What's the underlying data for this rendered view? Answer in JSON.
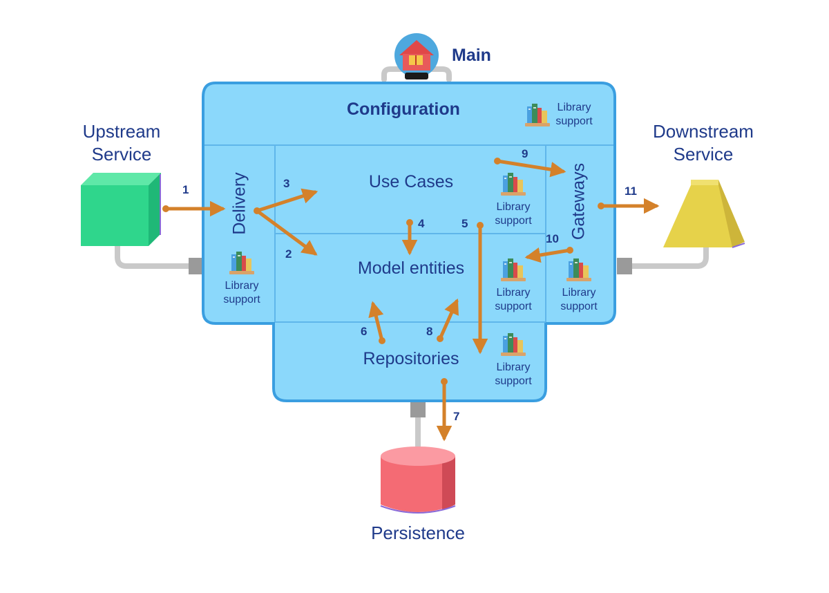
{
  "main": {
    "label": "Main"
  },
  "configuration": {
    "title": "Configuration"
  },
  "upstream": {
    "line1": "Upstream",
    "line2": "Service"
  },
  "downstream": {
    "line1": "Downstream",
    "line2": "Service"
  },
  "persistence": {
    "label": "Persistence"
  },
  "regions": {
    "delivery": "Delivery",
    "use_cases": "Use Cases",
    "model_entities": "Model entities",
    "repositories": "Repositories",
    "gateways": "Gateways"
  },
  "library": {
    "line1": "Library",
    "line2": "support"
  },
  "steps": [
    "1",
    "2",
    "3",
    "4",
    "5",
    "6",
    "7",
    "8",
    "9",
    "10",
    "11"
  ],
  "colors": {
    "panel_fill": "#8bd8fb",
    "panel_stroke": "#3a9ee0",
    "text": "#1f3a8a",
    "arrow": "#d4812a",
    "upstream_cube": "#2fd68c",
    "downstream_shape": "#e6d24a",
    "persistence_db": "#f46b74",
    "connector": "#9a9a9a"
  },
  "icons": [
    "house-icon",
    "books-icon",
    "cube-icon",
    "trapezoid-icon",
    "database-icon"
  ]
}
